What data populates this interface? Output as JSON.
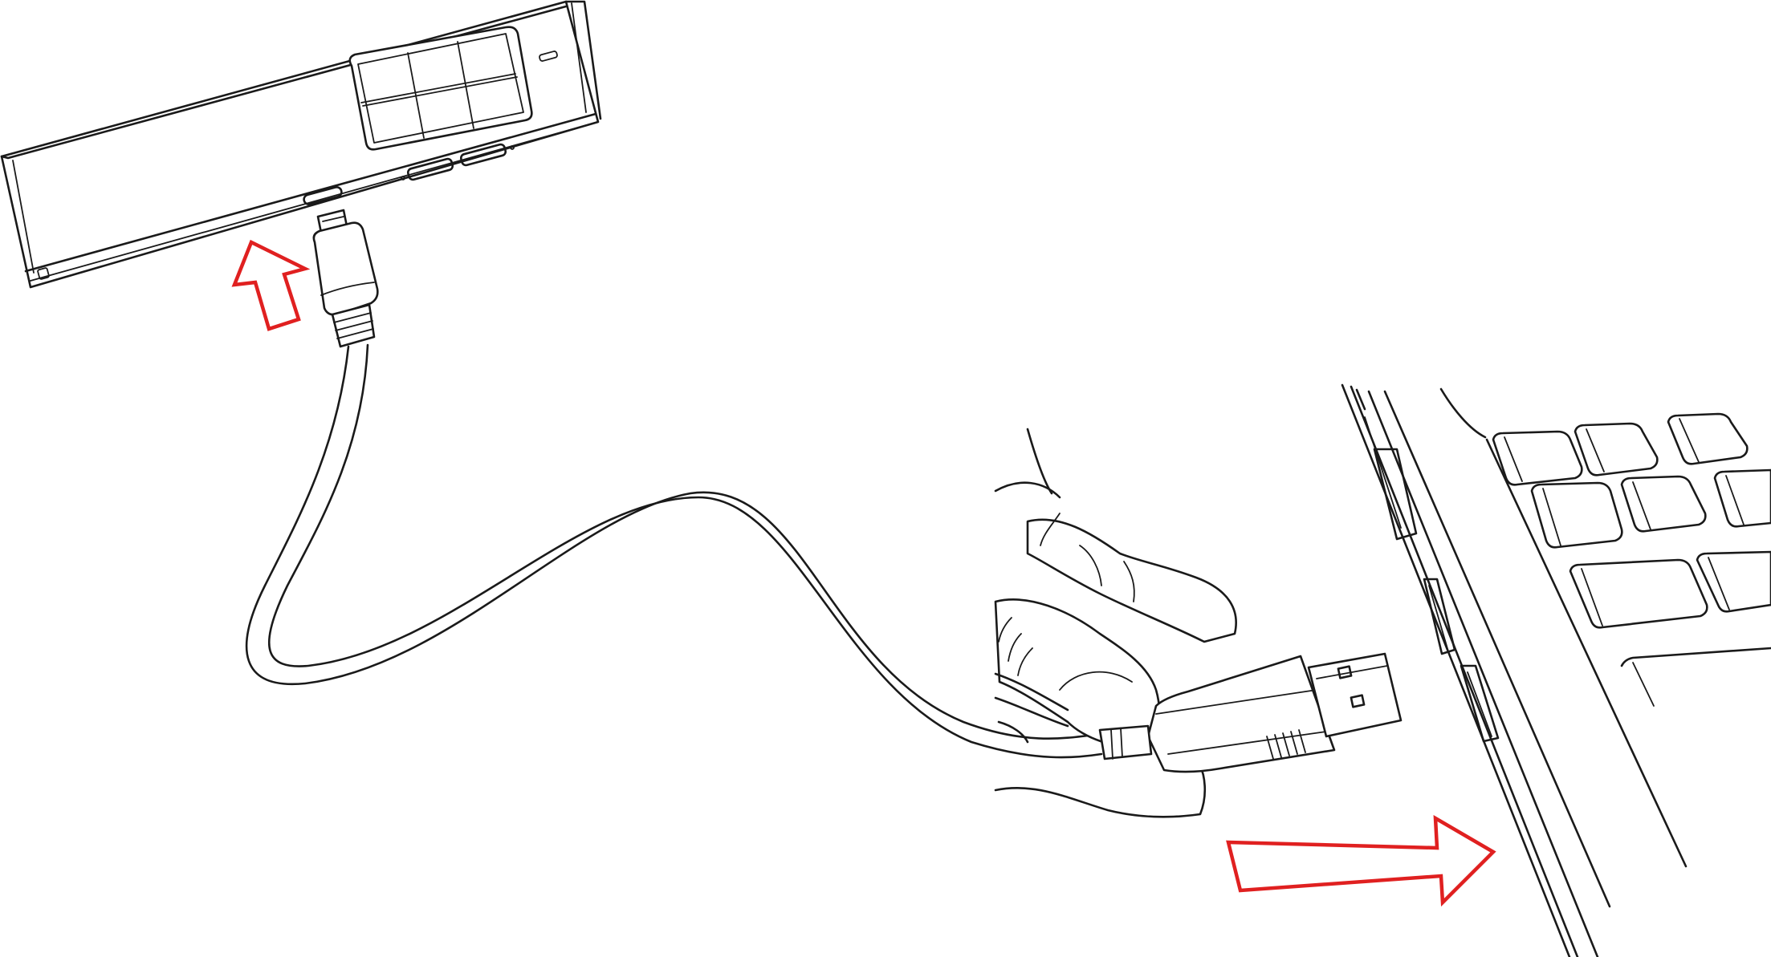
{
  "figure": {
    "kind": "connection-instruction-diagram",
    "colors": {
      "line": "#1a1a1a",
      "arrow": "#e02020",
      "background": "#ffffff"
    },
    "parts": [
      "device-body",
      "micro-usb-plug",
      "usb-cable",
      "hand",
      "usb-a-plug",
      "laptop"
    ]
  }
}
